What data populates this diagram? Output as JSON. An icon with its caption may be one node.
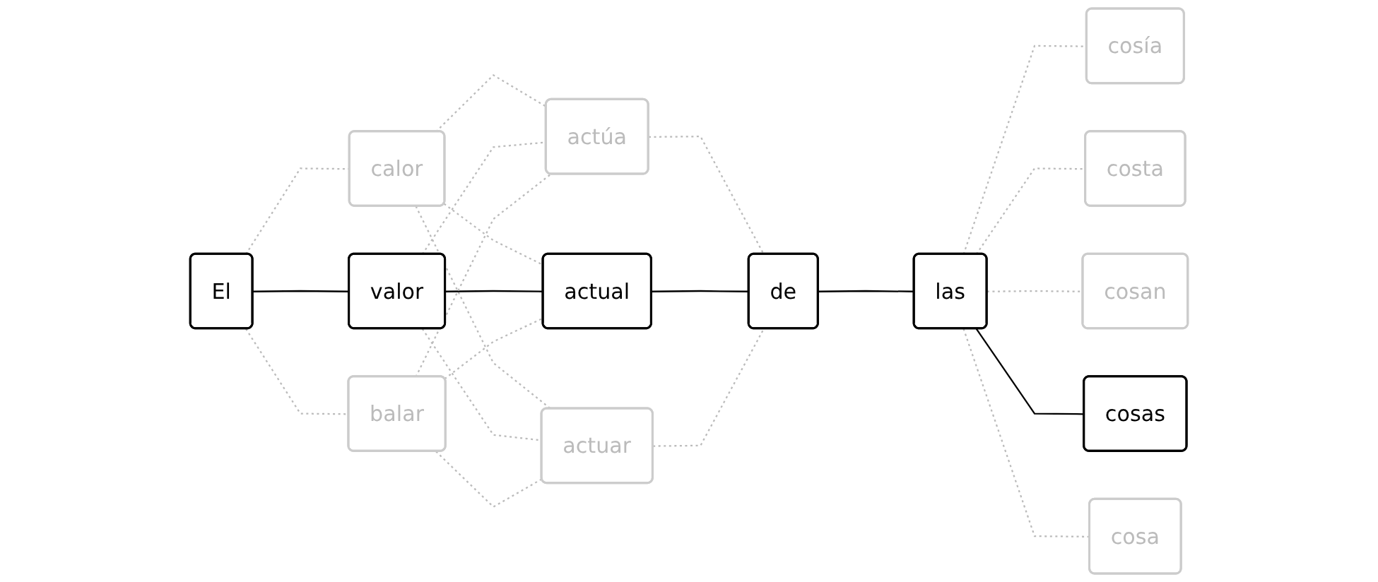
{
  "diagram": {
    "nodes": [
      {
        "text": [
          "El"
        ]
      },
      {
        "text": [
          "calor"
        ]
      },
      {
        "text": [
          "valor"
        ]
      },
      {
        "text": [
          "balar"
        ]
      },
      {
        "text": [
          "actúa"
        ]
      },
      {
        "text": [
          "actual"
        ]
      },
      {
        "text": [
          "actuar"
        ]
      },
      {
        "text": [
          "de"
        ]
      },
      {
        "text": [
          "las"
        ]
      },
      {
        "text": [
          "cosía"
        ]
      },
      {
        "text": [
          "costa"
        ]
      },
      {
        "text": [
          "cosan"
        ]
      },
      {
        "text": [
          "cosas"
        ]
      },
      {
        "text": [
          "cosa"
        ]
      }
    ],
    "edges": [
      {
        "from": 0,
        "to": 1,
        "arrow": "none",
        "style": "dashed"
      },
      {
        "from": 0,
        "to": 2,
        "arrow": "none",
        "color": "#000000"
      },
      {
        "from": 0,
        "to": 3,
        "arrow": "none",
        "style": "dashed"
      },
      {
        "from": 1,
        "to": 4,
        "arrow": "none",
        "style": "dashed"
      },
      {
        "from": 1,
        "to": 5,
        "arrow": "none",
        "style": "dashed"
      },
      {
        "from": 1,
        "to": 6,
        "arrow": "none",
        "style": "dashed"
      },
      {
        "from": 2,
        "to": 4,
        "arrow": "none",
        "style": "dashed"
      },
      {
        "from": 2,
        "to": 5,
        "arrow": "none",
        "color": "#000000"
      },
      {
        "from": 2,
        "to": 6,
        "arrow": "none",
        "style": "dashed"
      },
      {
        "from": 3,
        "to": 4,
        "arrow": "none",
        "style": "dashed"
      },
      {
        "from": 3,
        "to": 5,
        "arrow": "none",
        "style": "dashed"
      },
      {
        "from": 3,
        "to": 6,
        "arrow": "none",
        "style": "dashed"
      },
      {
        "from": 4,
        "to": 7,
        "arrow": "none",
        "style": "dashed"
      },
      {
        "from": 5,
        "to": 7,
        "arrow": "none",
        "color": "#000000"
      },
      {
        "from": 6,
        "to": 7,
        "arrow": "none",
        "style": "dashed"
      },
      {
        "from": 7,
        "to": 8,
        "arrow": "none",
        "color": "#000000"
      },
      {
        "from": 8,
        "to": 9,
        "arrow": "none",
        "style": "dashed"
      },
      {
        "from": 8,
        "to": 10,
        "arrow": "none",
        "style": "dashed"
      },
      {
        "from": 8,
        "to": 11,
        "arrow": "none",
        "style": "dashed"
      },
      {
        "from": 8,
        "to": 12,
        "arrow": "none",
        "color": "#000000"
      },
      {
        "from": 8,
        "to": 13,
        "arrow": "none",
        "style": "dashed"
      }
    ]
  }
}
